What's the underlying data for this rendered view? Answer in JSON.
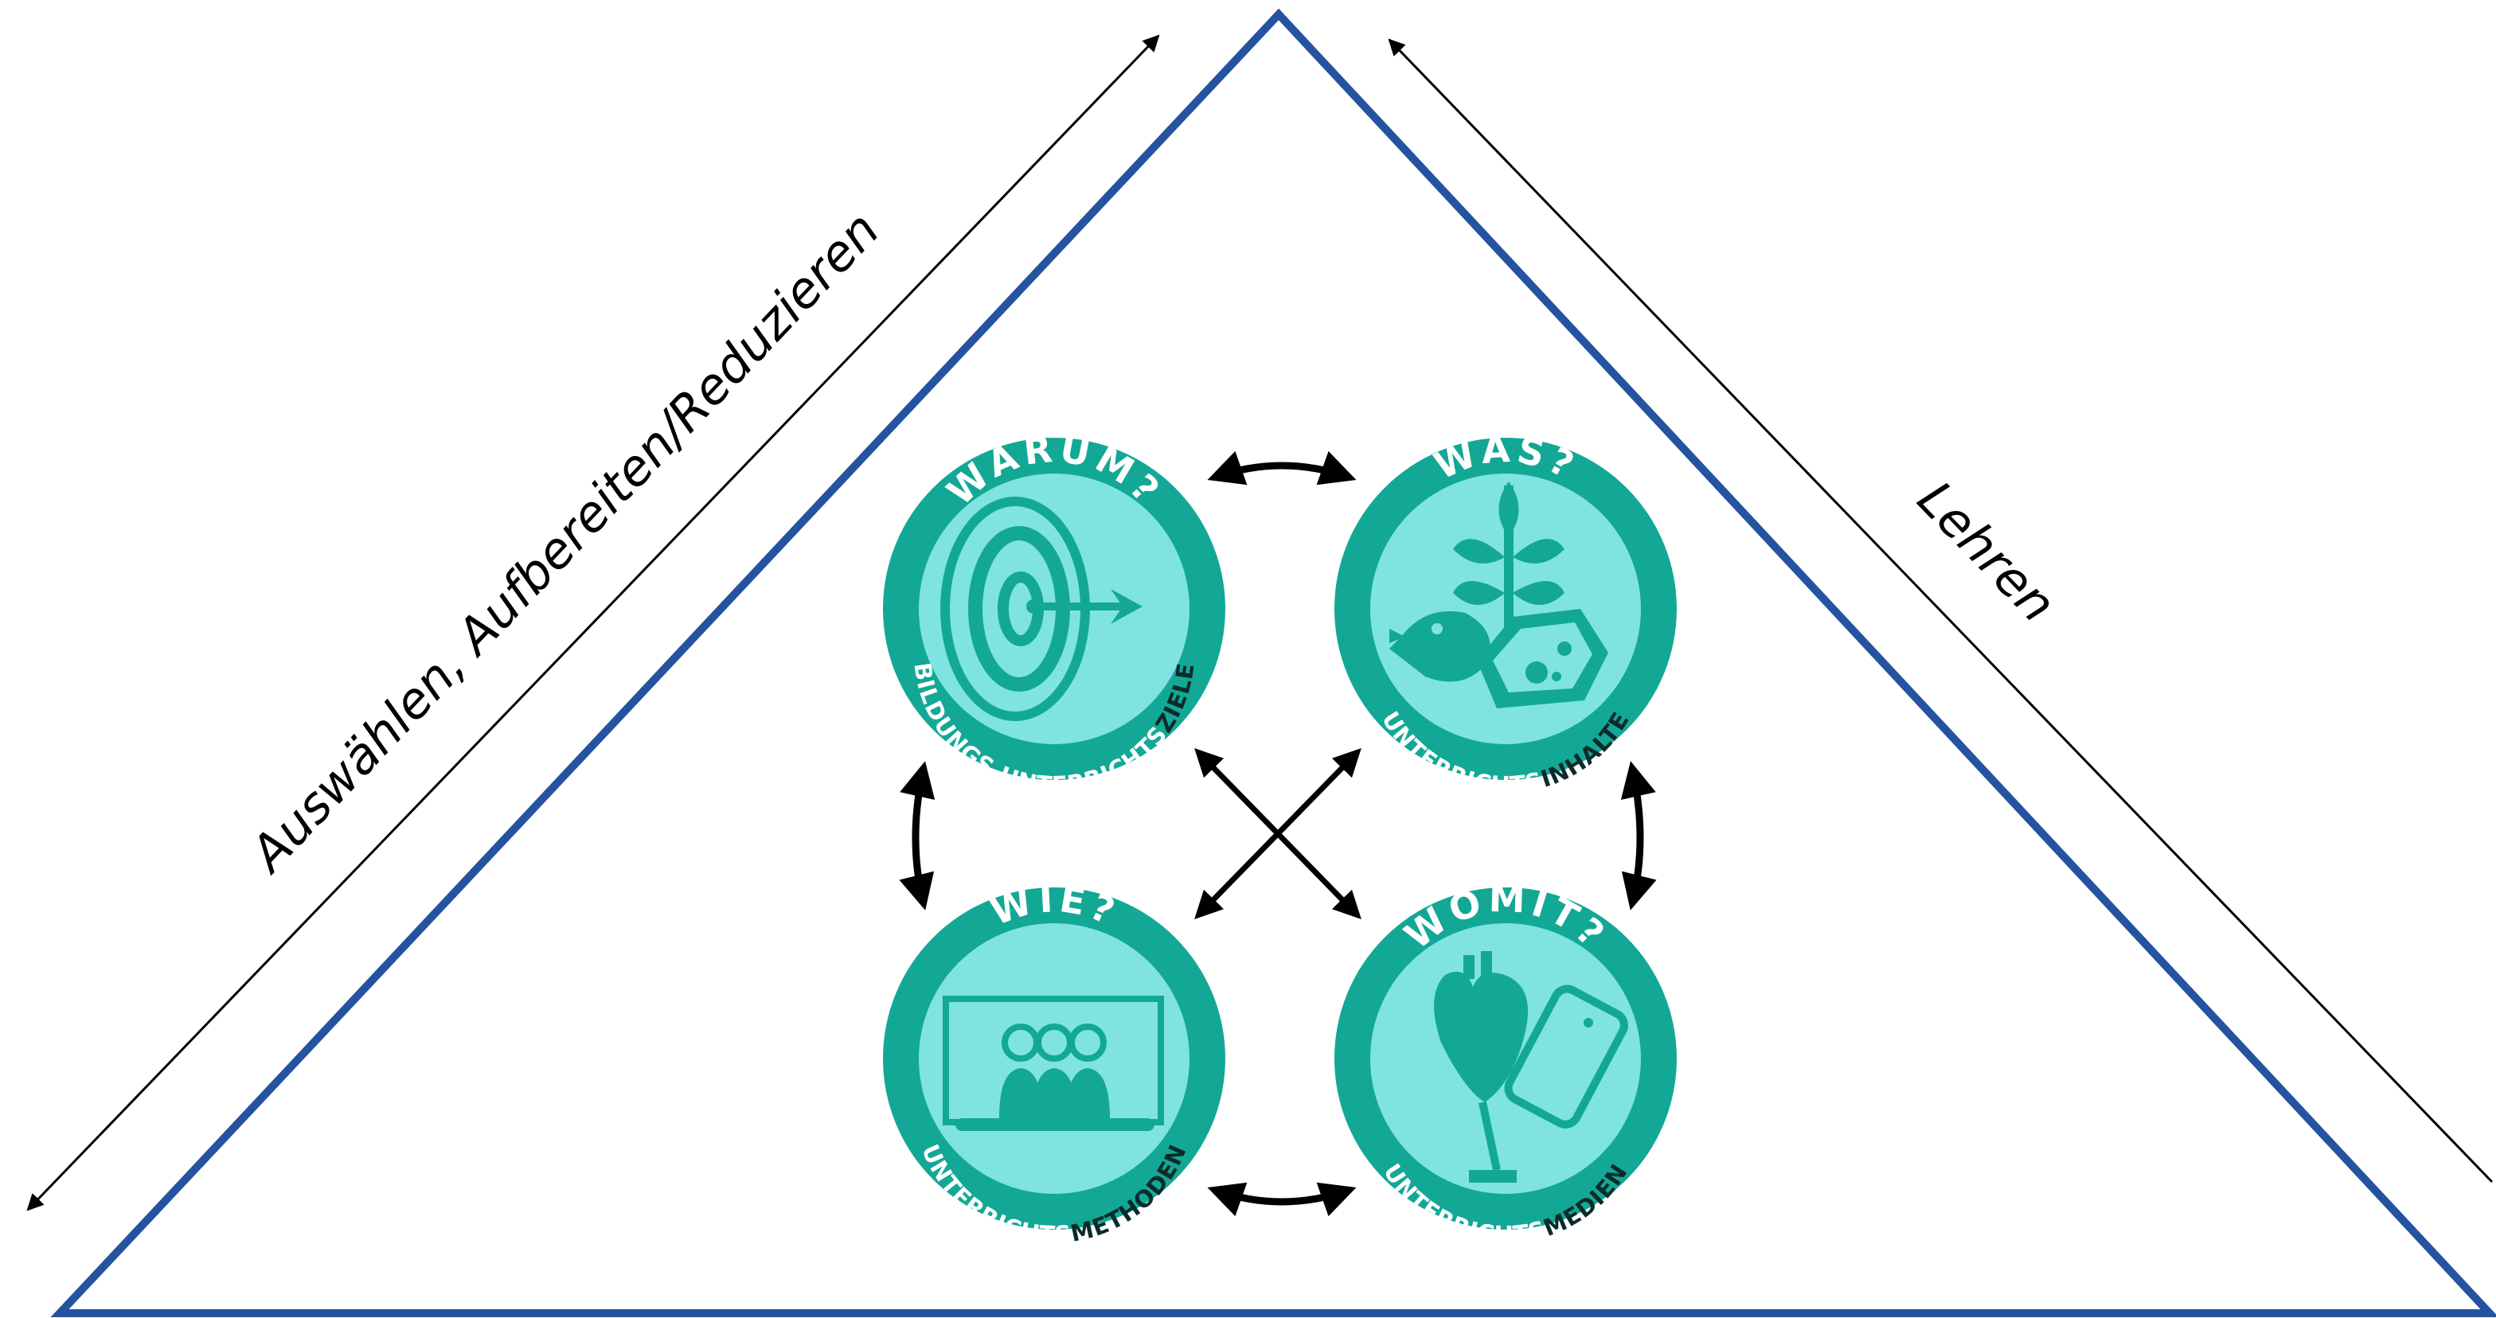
{
  "labels": {
    "left_side": "Auswählen, Aufbereiten/Reduzieren",
    "right_side": "Lehren"
  },
  "colors": {
    "triangle": "#2553a0",
    "badge_ring": "#13a895",
    "badge_fill": "#7fe3e1",
    "badge_icon": "#13a895",
    "arc_light": "#ffffff",
    "arc_dark": "#0b2b2b"
  },
  "badges": {
    "warum": {
      "title": "WARUM?",
      "arc_light": "BILDUNGS-UNTERRICHTS",
      "arc_dark": "ZIELE",
      "icon": "target-dart-icon"
    },
    "was": {
      "title": "WAS?",
      "arc_light": "UNTERRICHTS",
      "arc_dark": "INHALTE",
      "icon": "plant-bird-rock-icon"
    },
    "wie": {
      "title": "WIE?",
      "arc_light": "UNTERRICHTS",
      "arc_dark": "METHODEN",
      "icon": "group-at-board-icon"
    },
    "womit": {
      "title": "WOMIT?",
      "arc_light": "UNTERRICHTS",
      "arc_dark": "MEDIEN",
      "icon": "heart-model-tablet-icon"
    }
  }
}
